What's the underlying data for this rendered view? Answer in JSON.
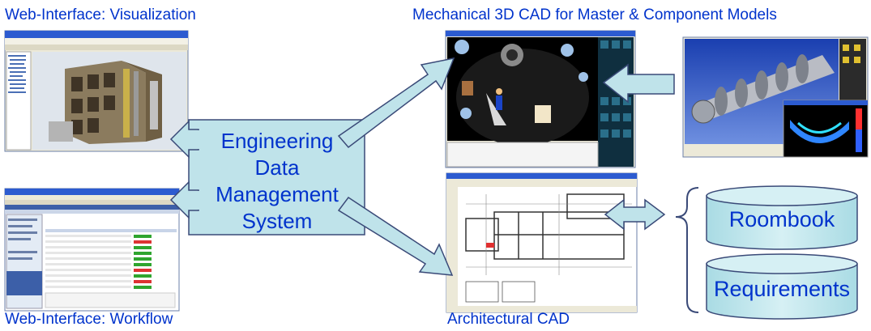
{
  "captions": {
    "top_left": "Web-Interface: Visualization",
    "top_right": "Mechanical 3D CAD for Master & Component Models",
    "bottom_left": "Web-Interface: Workflow",
    "bottom_right": "Architectural CAD"
  },
  "center": {
    "line1": "Engineering",
    "line2": "Data Management",
    "line3": "System"
  },
  "databases": {
    "first": "Roombook",
    "second": "Requirements"
  },
  "colors": {
    "text_blue": "#0033cc",
    "arrow_fill": "#bfe3ea",
    "arrow_stroke": "#3a4a78"
  }
}
